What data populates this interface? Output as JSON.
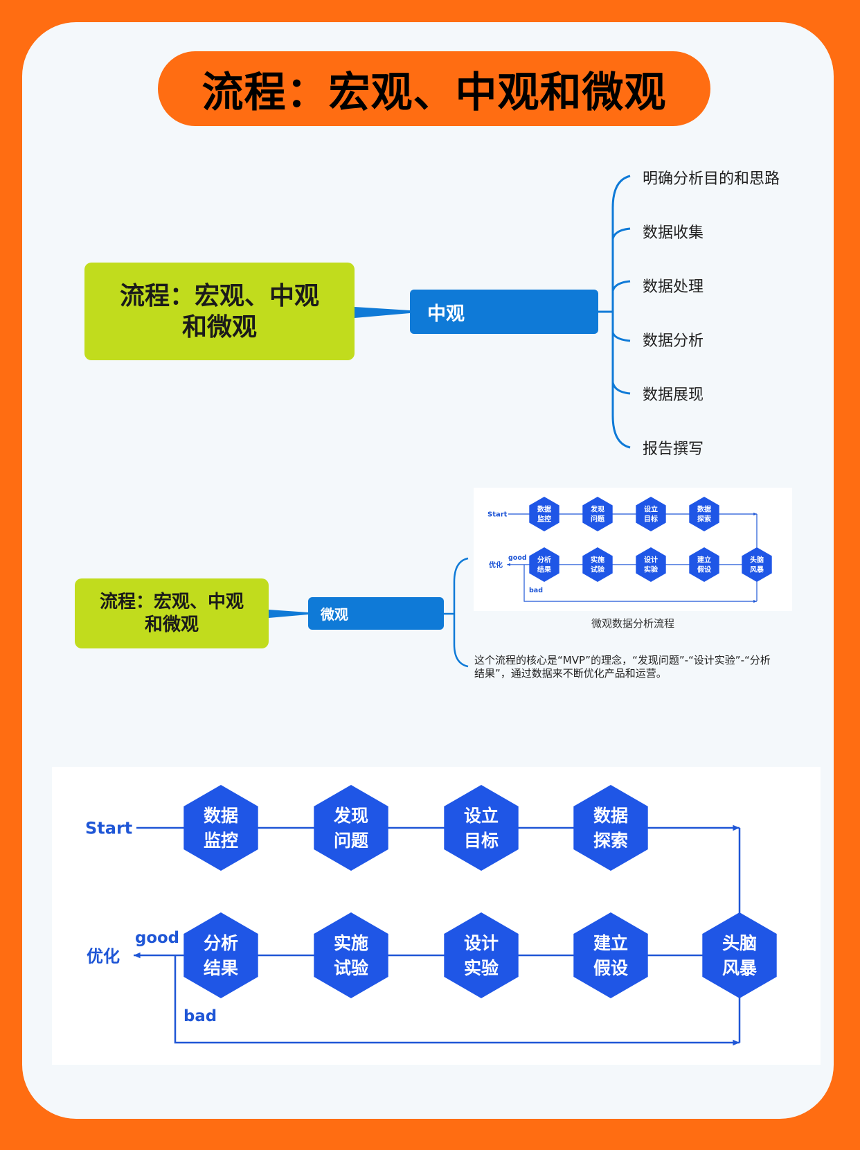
{
  "title": "流程：宏观、中观和微观",
  "mid_section": {
    "root_line1": "流程：宏观、中观",
    "root_line2": "和微观",
    "node": "中观",
    "leaves": [
      "明确分析目的和思路",
      "数据收集",
      "数据处理",
      "数据分析",
      "数据展现",
      "报告撰写"
    ]
  },
  "micro_section": {
    "root_line1": "流程：宏观、中观",
    "root_line2": "和微观",
    "node": "微观",
    "caption": "微观数据分析流程",
    "description": "这个流程的核心是“MVP”的理念，“发现问题”-“设计实验”-“分析结果”，通过数据来不断优化产品和运营。"
  },
  "flow": {
    "start_label": "Start",
    "optimize_label": "优化",
    "good_label": "good",
    "bad_label": "bad",
    "top_row": [
      [
        "数据",
        "监控"
      ],
      [
        "发现",
        "问题"
      ],
      [
        "设立",
        "目标"
      ],
      [
        "数据",
        "探索"
      ]
    ],
    "bottom_row": [
      [
        "分析",
        "结果"
      ],
      [
        "实施",
        "试验"
      ],
      [
        "设计",
        "实验"
      ],
      [
        "建立",
        "假设"
      ],
      [
        "头脑",
        "风暴"
      ]
    ],
    "hex_color": "#1f56e6",
    "line_color": "#1f56d6"
  },
  "colors": {
    "background": "#ff6d12",
    "card": "#f4f8fb",
    "root": "#c1dc1d",
    "node": "#0f7ad7"
  }
}
